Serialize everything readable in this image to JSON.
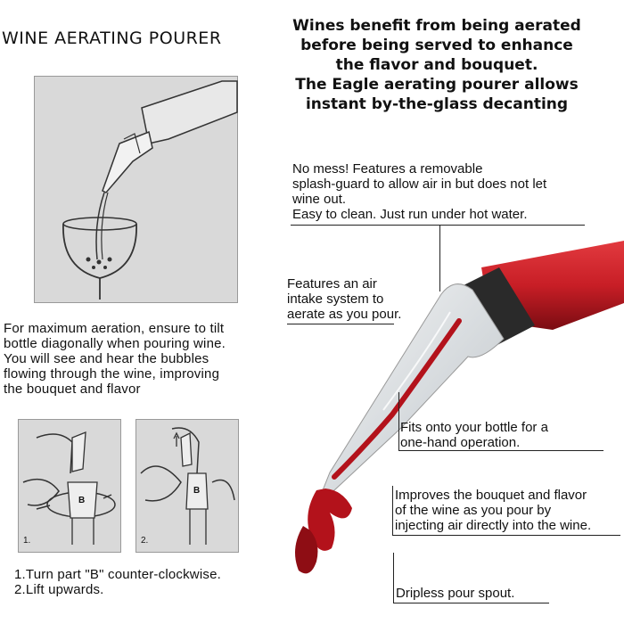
{
  "title": "WINE AERATING POURER",
  "headline": [
    "Wines benefit from being aerated",
    "before being served to enhance",
    "the flavor and bouquet.",
    "The Eagle aerating pourer allows",
    "instant by-the-glass decanting"
  ],
  "tilt_instructions": [
    "For maximum aeration, ensure to tilt",
    "bottle diagonally when pouring wine.",
    "You will see and hear the bubbles",
    "flowing through the wine, improving",
    "the bouquet and flavor"
  ],
  "steps": {
    "labels": [
      "1.",
      "2."
    ],
    "part_label": "B",
    "lines": [
      "1.Turn part \"B\" counter-clockwise.",
      "2.Lift upwards."
    ]
  },
  "callouts": {
    "splash_guard": [
      "No mess! Features a removable",
      "splash-guard to allow air in but does not let",
      "wine out.",
      "Easy to clean. Just run under hot water."
    ],
    "air_intake": [
      "Features an air",
      "intake system to",
      "aerate as you pour."
    ],
    "fits_bottle": [
      "Fits onto your bottle for a",
      "one-hand operation."
    ],
    "improves": [
      "Improves the bouquet and flavor",
      "of the wine as you pour by",
      "injecting air directly into the wine."
    ],
    "dripless": [
      "Dripless pour spout."
    ]
  },
  "colors": {
    "wine_red": "#b3121b",
    "panel_gray": "#d9d9d9",
    "bottle_red": "#c81e26"
  }
}
